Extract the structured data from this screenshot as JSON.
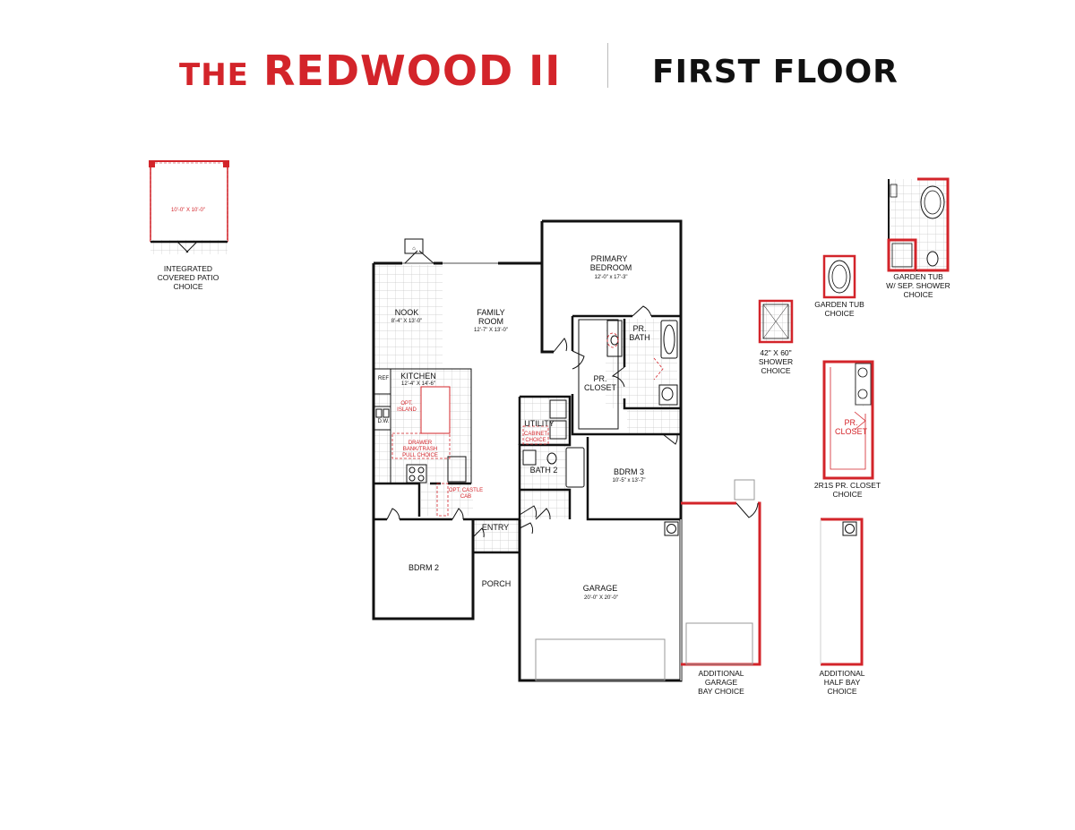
{
  "header": {
    "the": "THE",
    "name": "REDWOOD II",
    "floor": "FIRST FLOOR"
  },
  "colors": {
    "brand": "#d3242a",
    "wall": "#111111",
    "tile": "#cfcfcf"
  },
  "rooms": {
    "primary_bedroom": "PRIMARY",
    "primary_bedroom_2": "BEDROOM",
    "primary_bedroom_dim": "12'-0\" x 17'-3\"",
    "nook": "NOOK",
    "nook_dim": "8'-4\" X 13'-0\"",
    "family": "FAMILY",
    "family_2": "ROOM",
    "family_dim": "12'-7\" X 13'-0\"",
    "kitchen": "KITCHEN",
    "kitchen_dim": "12'-4\" X 14'-6\"",
    "pr_bath": "PR.",
    "pr_bath_2": "BATH",
    "pr_closet": "PR.",
    "pr_closet_2": "CLOSET",
    "utility": "UTILITY",
    "bath2": "BATH 2",
    "bdrm3": "BDRM 3",
    "bdrm3_dim": "10'-5\" x 13'-7\"",
    "entry": "ENTRY",
    "porch": "PORCH",
    "bdrm2": "BDRM 2",
    "garage": "GARAGE",
    "garage_dim": "20'-0\" X 20'-0\"",
    "ref": "REF",
    "dw": "D.W."
  },
  "options_inline": {
    "opt_island_1": "OPT.",
    "opt_island_2": "ISLAND",
    "drawer_1": "DRAWER",
    "drawer_2": "BANK/TRASH",
    "drawer_3": "PULL CHOICE",
    "castle_1": "OPT. CASTLE",
    "castle_2": "CAB",
    "cabinet_1": "CABINET",
    "cabinet_2": "CHOICE"
  },
  "choices": {
    "patio_dim": "10'-0\" X 10'-0\"",
    "patio_1": "INTEGRATED",
    "patio_2": "COVERED PATIO",
    "patio_3": "CHOICE",
    "garden_tub_1": "GARDEN TUB",
    "garden_tub_2": "CHOICE",
    "garden_sep_1": "GARDEN TUB",
    "garden_sep_2": "W/ SEP. SHOWER",
    "garden_sep_3": "CHOICE",
    "shower_1": "42\" X 60\"",
    "shower_2": "SHOWER",
    "shower_3": "CHOICE",
    "closet_room_1": "PR.",
    "closet_room_2": "CLOSET",
    "closet_1": "2R1S PR. CLOSET",
    "closet_2": "CHOICE",
    "garage_bay_1": "ADDITIONAL",
    "garage_bay_2": "GARAGE",
    "garage_bay_3": "BAY CHOICE",
    "half_bay_1": "ADDITIONAL",
    "half_bay_2": "HALF BAY",
    "half_bay_3": "CHOICE"
  }
}
